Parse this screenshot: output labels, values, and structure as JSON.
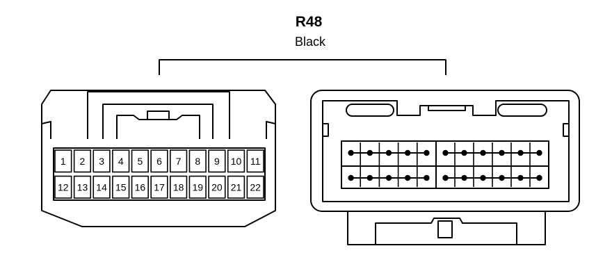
{
  "connector": {
    "code": "R48",
    "color": "Black"
  },
  "pins": {
    "top_row": [
      "1",
      "2",
      "3",
      "4",
      "5",
      "6",
      "7",
      "8",
      "9",
      "10",
      "11"
    ],
    "bottom_row": [
      "12",
      "13",
      "14",
      "15",
      "16",
      "17",
      "18",
      "19",
      "20",
      "21",
      "22"
    ]
  },
  "female_view": {
    "row_count": 2,
    "left_group_dots": 5,
    "right_group_dots": 6
  }
}
